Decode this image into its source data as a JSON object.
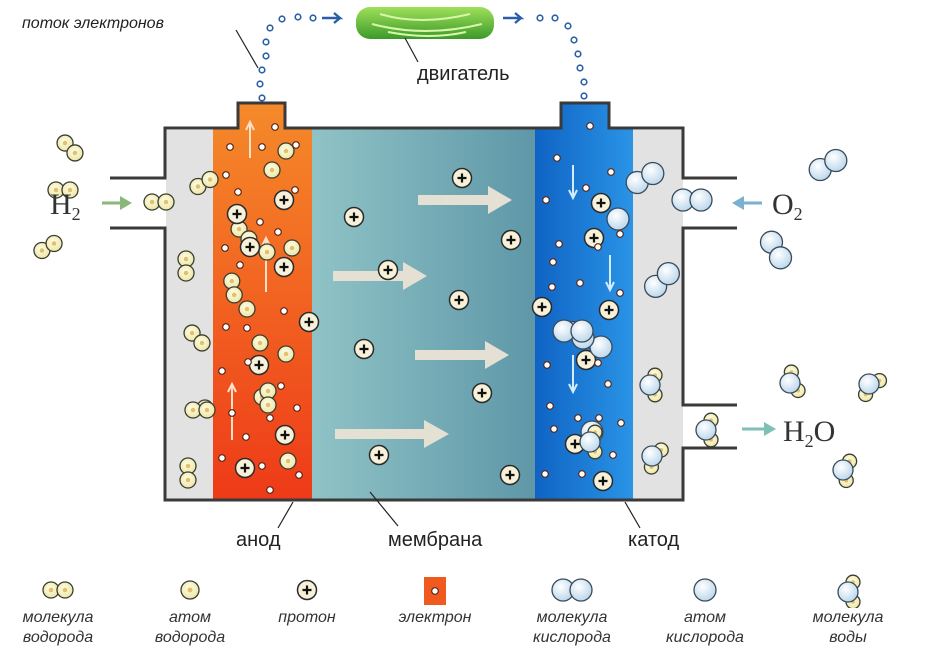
{
  "labels": {
    "electron_flow": "поток электронов",
    "motor": "двигатель",
    "anode": "анод",
    "membrane": "мембрана",
    "cathode": "катод",
    "h2": "H",
    "h2_sub": "2",
    "o2": "O",
    "o2_sub": "2",
    "h2o_h": "H",
    "h2o_sub": "2",
    "h2o_o": "O"
  },
  "legend": [
    {
      "line1": "молекула",
      "line2": "водорода",
      "icon": "hydrogen-molecule-icon"
    },
    {
      "line1": "атом",
      "line2": "водорода",
      "icon": "hydrogen-atom-icon"
    },
    {
      "line1": "протон",
      "line2": "",
      "icon": "proton-icon"
    },
    {
      "line1": "электрон",
      "line2": "",
      "icon": "electron-icon"
    },
    {
      "line1": "молекула",
      "line2": "кислорода",
      "icon": "oxygen-molecule-icon"
    },
    {
      "line1": "атом",
      "line2": "кислорода",
      "icon": "oxygen-atom-icon"
    },
    {
      "line1": "молекула",
      "line2": "воды",
      "icon": "water-molecule-icon"
    }
  ],
  "colors": {
    "anode": "#f0501e",
    "membrane": "#7fb3b8",
    "cathode": "#1e78d2",
    "hydrogen": "#f4f0c0",
    "oxygen": "#d6e8f4",
    "arrow_green": "#8ab87a",
    "arrow_blue": "#7ab0d0"
  }
}
